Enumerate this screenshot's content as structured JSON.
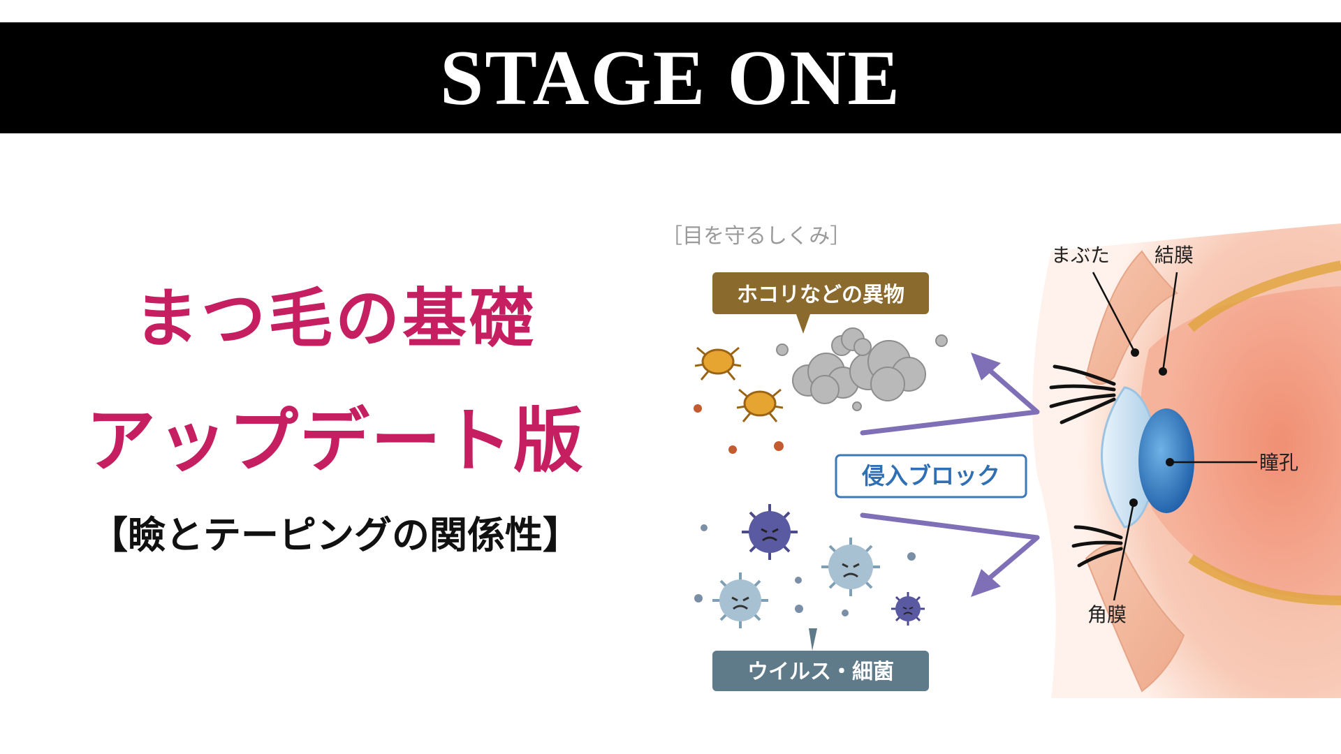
{
  "banner": {
    "title": "STAGE ONE"
  },
  "left": {
    "title_line1": "まつ毛の基礎",
    "title_line2": "アップデート版",
    "subtitle": "【瞼とテーピングの関係性】"
  },
  "diagram": {
    "heading": "［目を守るしくみ］",
    "dust_label": "ホコリなどの異物",
    "block_label": "侵入ブロック",
    "virus_label": "ウイルス・細菌",
    "eyelid_label": "まぶた",
    "conjunctiva_label": "結膜",
    "pupil_label": "瞳孔",
    "cornea_label": "角膜"
  },
  "colors": {
    "banner_bg": "#000000",
    "title_accent": "#c51f61",
    "dust_tag": "#8b6a2e",
    "virus_tag": "#5f7a88",
    "arrow": "#7e6fb6",
    "block_border": "#3a78b8"
  }
}
